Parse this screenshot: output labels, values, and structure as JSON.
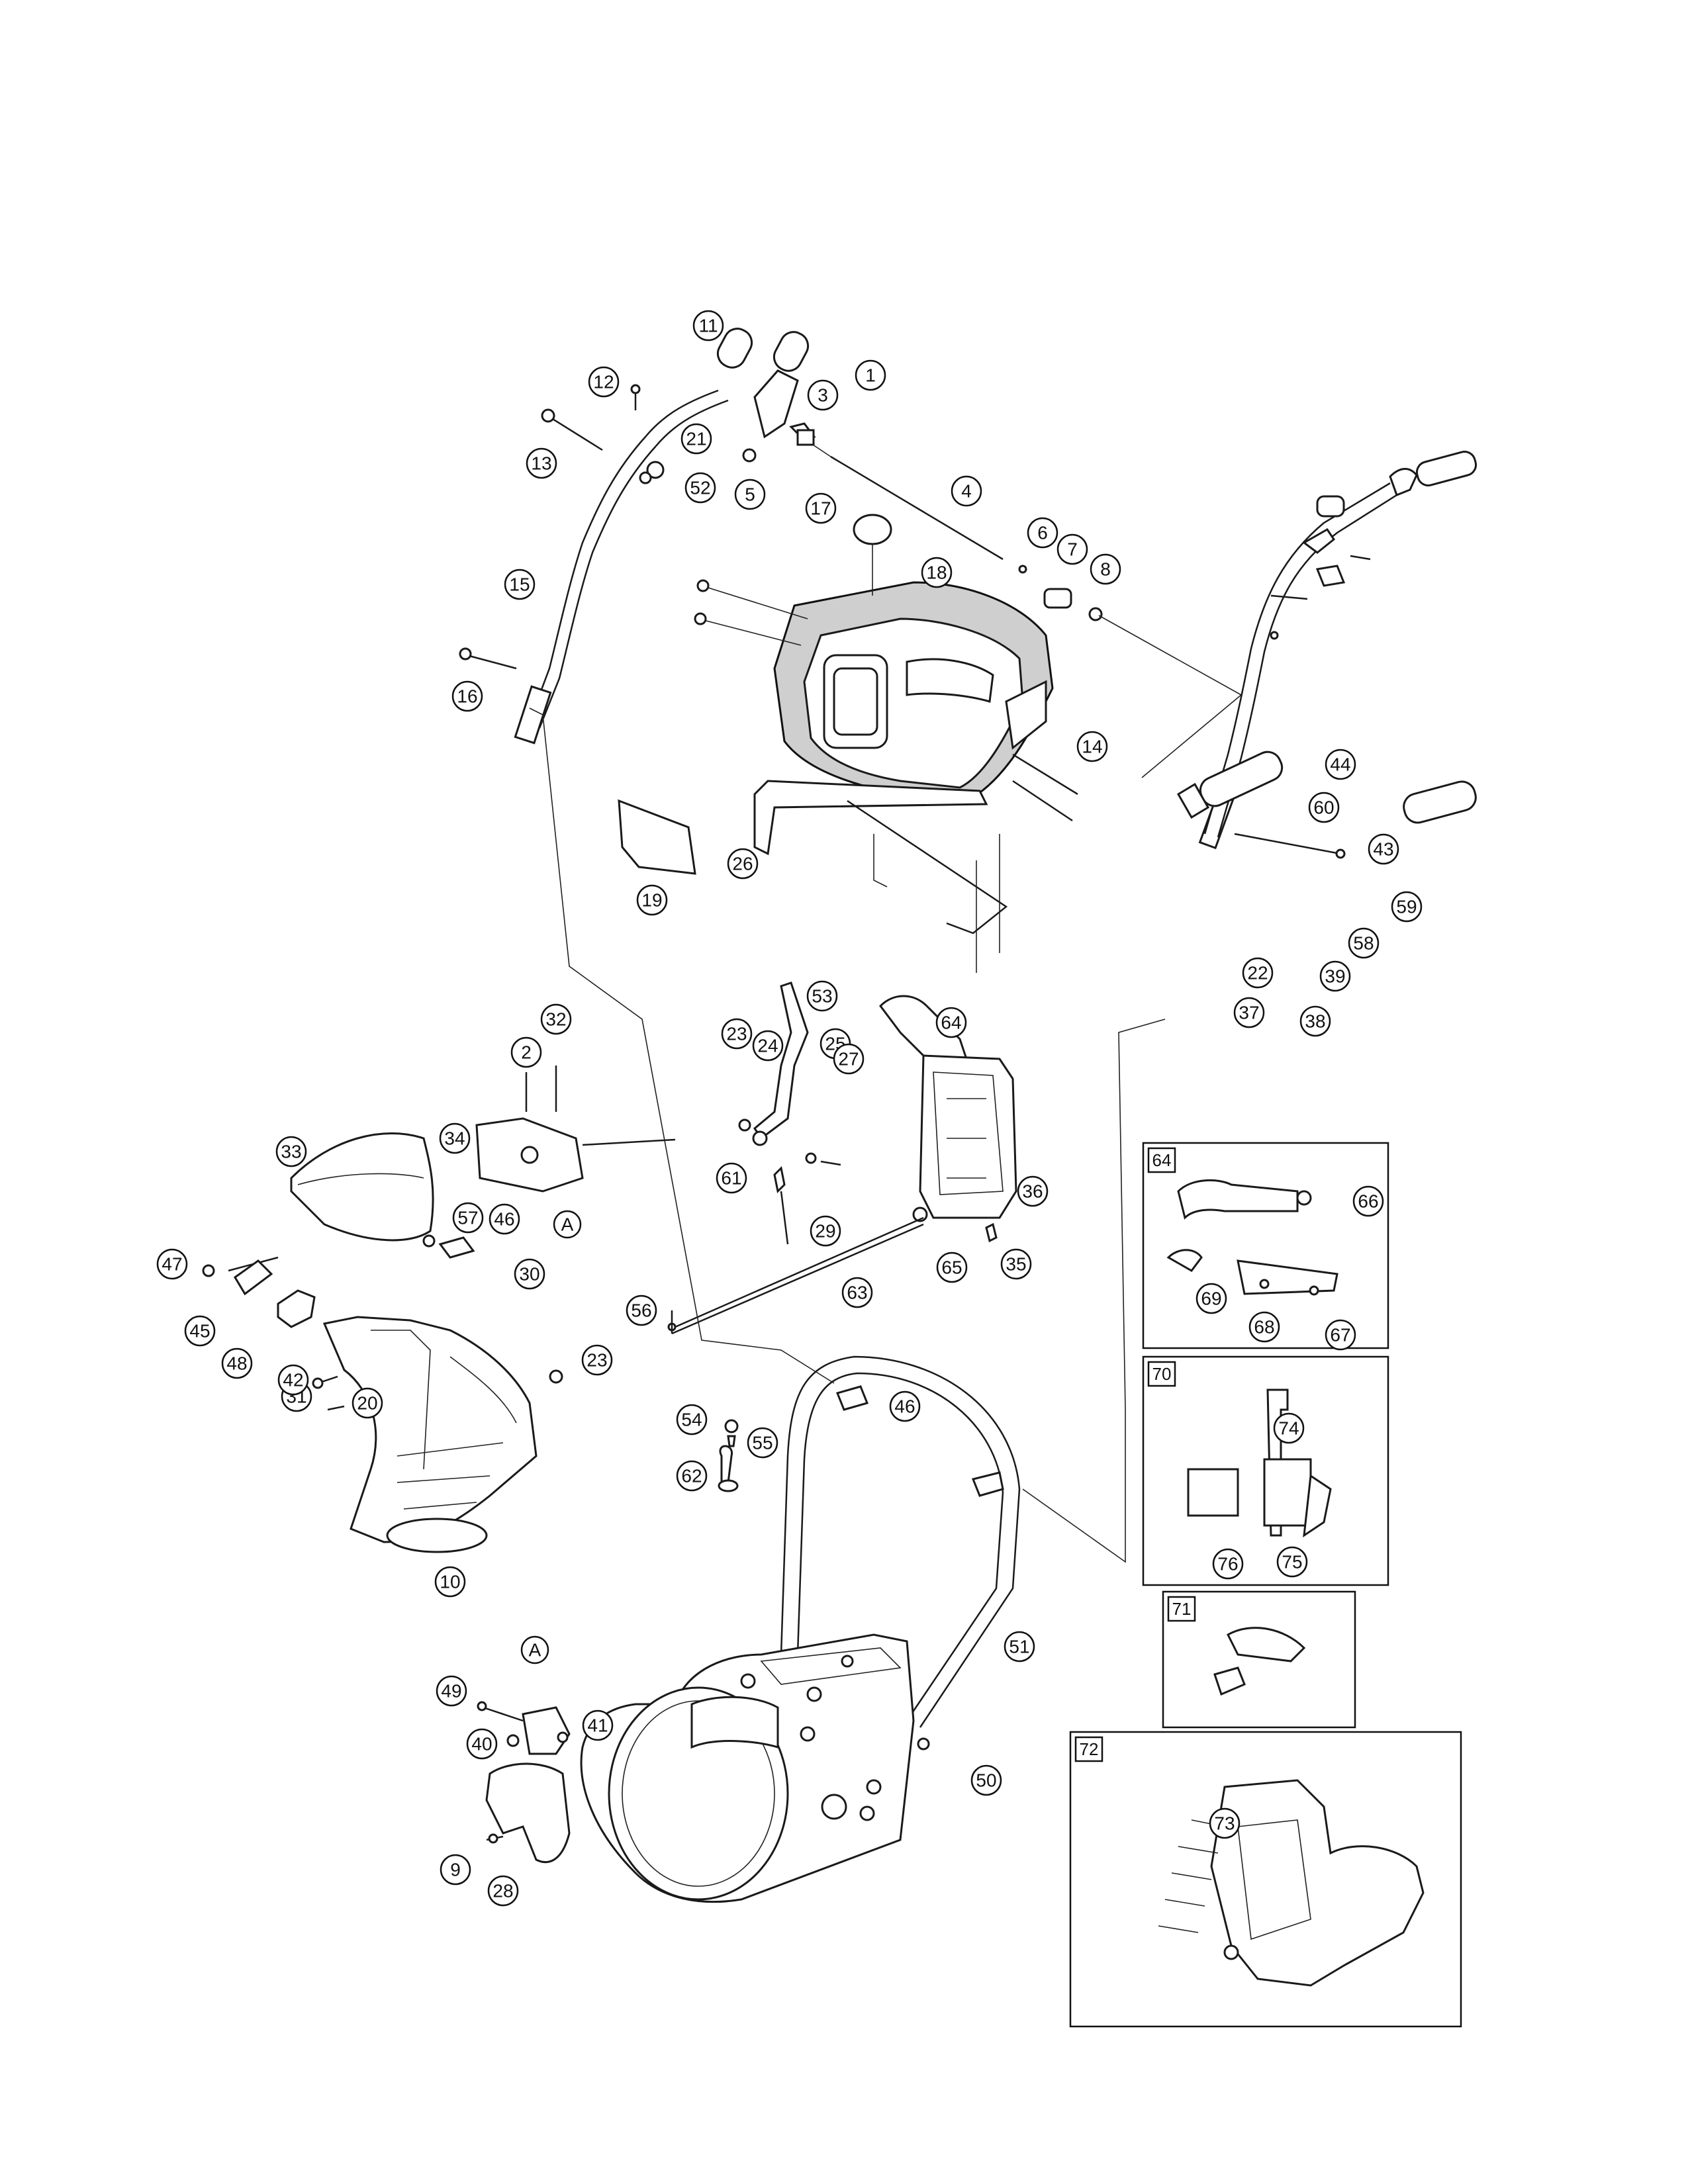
{
  "diagram": {
    "callouts": [
      "1",
      "2",
      "3",
      "4",
      "5",
      "6",
      "7",
      "8",
      "9",
      "10",
      "11",
      "12",
      "13",
      "14",
      "15",
      "16",
      "17",
      "18",
      "19",
      "20",
      "21",
      "22",
      "23",
      "23",
      "24",
      "25",
      "26",
      "27",
      "28",
      "29",
      "30",
      "31",
      "32",
      "33",
      "34",
      "35",
      "36",
      "37",
      "38",
      "39",
      "40",
      "41",
      "42",
      "43",
      "44",
      "45",
      "46",
      "46",
      "47",
      "48",
      "49",
      "50",
      "51",
      "52",
      "53",
      "54",
      "55",
      "56",
      "57",
      "58",
      "59",
      "60",
      "61",
      "62",
      "63",
      "64",
      "65",
      "66",
      "67",
      "68",
      "69",
      "73",
      "74",
      "75",
      "76"
    ],
    "ref_a": "A",
    "inset_labels": [
      "64",
      "70",
      "71",
      "72"
    ]
  }
}
